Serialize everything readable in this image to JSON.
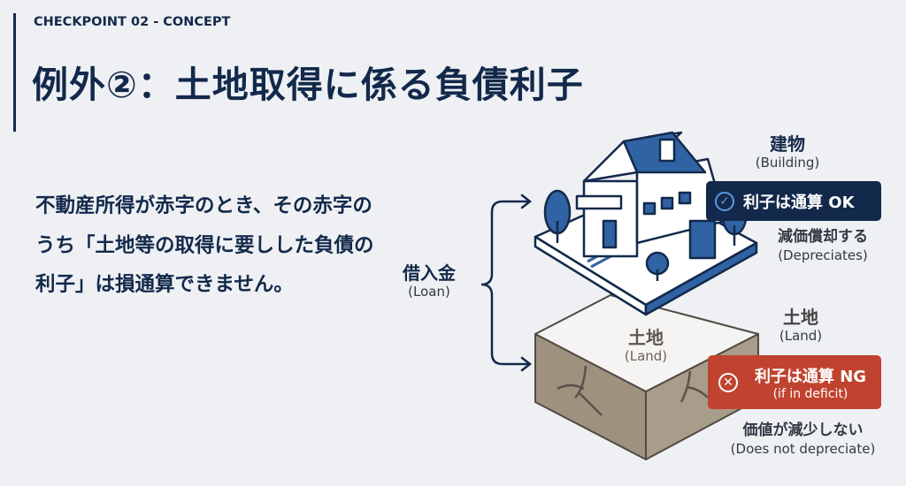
{
  "header": {
    "kicker": "CHECKPOINT 02 - CONCEPT",
    "title": "例外②：土地取得に係る負債利子"
  },
  "body_text": "不動産所得が赤字のとき、その赤字のうち「土地等の取得に要しした負債の利子」は損通算できません。",
  "diagram": {
    "loan": {
      "jp": "借入金",
      "en": "(Loan)"
    },
    "building": {
      "jp": "建物",
      "en": "(Building)",
      "badge": "利子は通算 OK",
      "badge_icon": "check-circle-icon",
      "note_jp": "減価償却する",
      "note_en": "(Depreciates)"
    },
    "land": {
      "jp": "土地",
      "en": "(Land)",
      "inner_jp": "土地",
      "inner_en": "(Land)",
      "badge": "利子は通算 NG",
      "badge_sub": "(if in deficit)",
      "badge_icon": "x-circle-icon",
      "note_jp": "価値が減少しない",
      "note_en": "(Does not depreciate)"
    },
    "colors": {
      "navy": "#13294b",
      "blue": "#2f63a3",
      "red": "#c0432f",
      "soil": "#a0937f"
    }
  }
}
